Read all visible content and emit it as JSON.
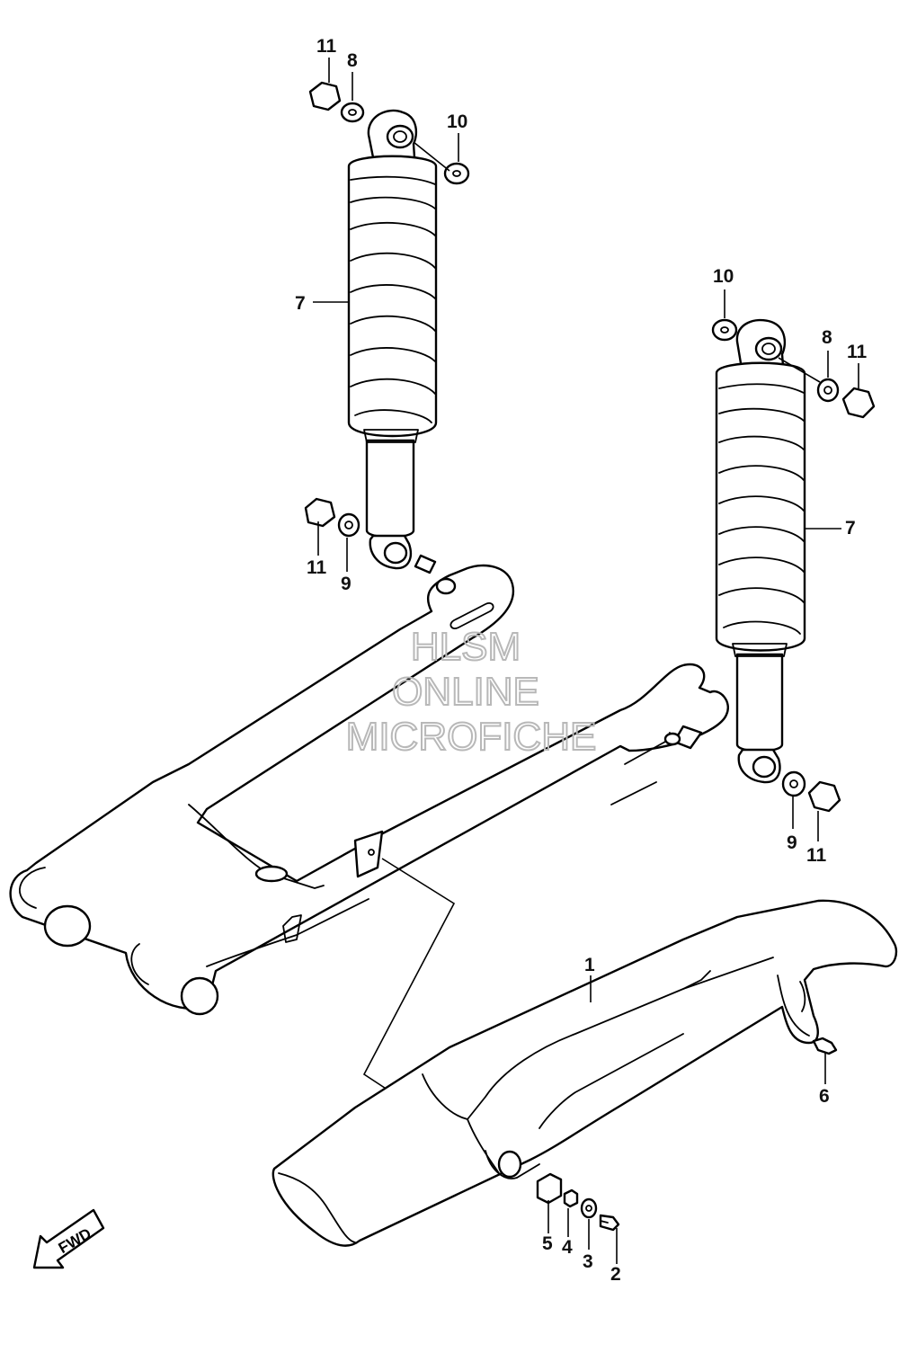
{
  "watermark": {
    "line1": "HLSM",
    "line2": "ONLINE",
    "line3": "MICROFICHE"
  },
  "direction_label": "FWD",
  "callouts": {
    "c1": "1",
    "c2": "2",
    "c3": "3",
    "c4": "4",
    "c5": "5",
    "c6": "6",
    "c7_left": "7",
    "c7_right": "7",
    "c8_left": "8",
    "c8_right": "8",
    "c9_left": "9",
    "c9_right": "9",
    "c10_left": "10",
    "c10_right": "10",
    "c11_left_top": "11",
    "c11_left_bottom": "11",
    "c11_right_top": "11",
    "c11_right_bottom": "11"
  },
  "icons": {
    "direction_arrow": "fwd-arrow-icon"
  },
  "colors": {
    "line": "#000000",
    "background": "#ffffff",
    "watermark": "#b8b8b8"
  }
}
